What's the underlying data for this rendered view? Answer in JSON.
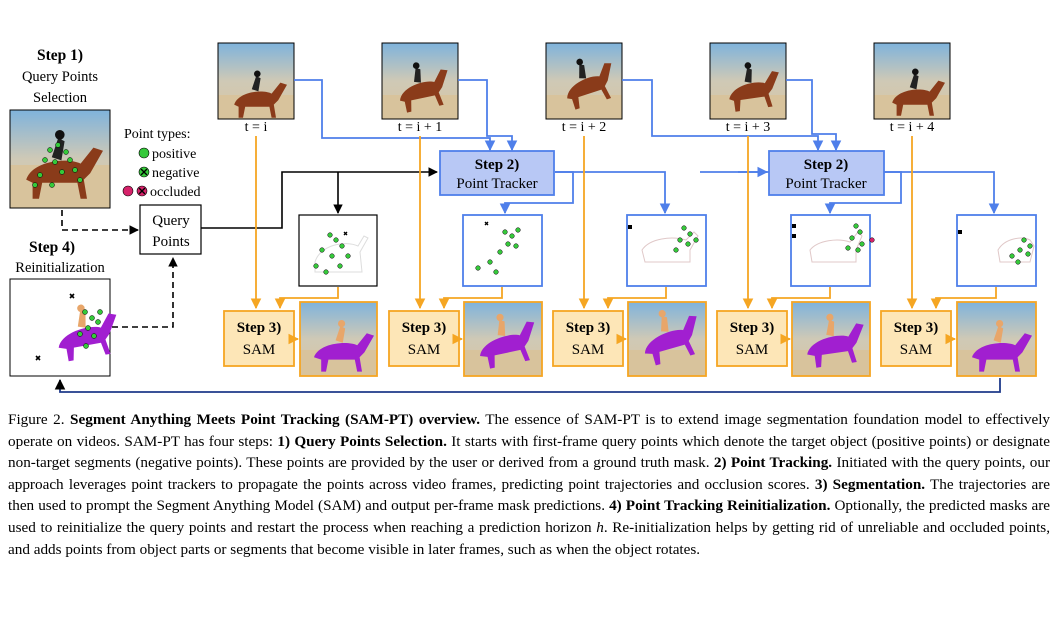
{
  "figure": {
    "step1": {
      "title": "Step 1)",
      "line1": "Query Points",
      "line2": "Selection"
    },
    "step4": {
      "title": "Step 4)",
      "line1": "Reinitialization"
    },
    "point_types": {
      "title": "Point types:",
      "items": [
        {
          "label": "positive",
          "color": "#35c93a"
        },
        {
          "label": "negative",
          "color": "#35c93a"
        },
        {
          "label": "occluded",
          "color": "#d6226a"
        }
      ]
    },
    "query_box": {
      "line1": "Query",
      "line2": "Points"
    },
    "tracker": {
      "title": "Step 2)",
      "line1": "Point Tracker"
    },
    "sam": {
      "title": "Step 3)",
      "line1": "SAM"
    },
    "frame_labels": [
      "t = i",
      "t = i + 1",
      "t = i + 2",
      "t = i + 3",
      "t = i + 4"
    ],
    "colors": {
      "blue": "#4f7fea",
      "orange": "#f5a623",
      "tracker_fill": "#b8c8f5",
      "sam_fill": "#fde6b7",
      "mask": "#a11fd0"
    }
  },
  "caption": {
    "label": "Figure 2.",
    "title": "Segment Anything Meets Point Tracking (SAM-PT) overview.",
    "intro": "The essence of SAM-PT is to extend image segmentation foundation model to effectively operate on videos. SAM-PT has four steps:",
    "s1_head": "1) Query Points Selection.",
    "s1_text": "It starts with first-frame query points which denote the target object (positive points) or designate non-target segments (negative points). These points are provided by the user or derived from a ground truth mask.",
    "s2_head": "2) Point Tracking.",
    "s2_text": "Initiated with the query points, our approach leverages point trackers to propagate the points across video frames, predicting point trajectories and occlusion scores.",
    "s3_head": "3) Segmentation.",
    "s3_text": "The trajectories are then used to prompt the Segment Anything Model (SAM) and output per-frame mask predictions.",
    "s4_head": "4) Point Tracking Reinitialization.",
    "s4_text": "Optionally, the predicted masks are used to reinitialize the query points and restart the process when reaching a prediction horizon",
    "s4_var": "h",
    "s4_tail": ". Re-initialization helps by getting rid of unreliable and occluded points, and adds points from object parts or segments that become visible in later frames, such as when the object rotates."
  }
}
